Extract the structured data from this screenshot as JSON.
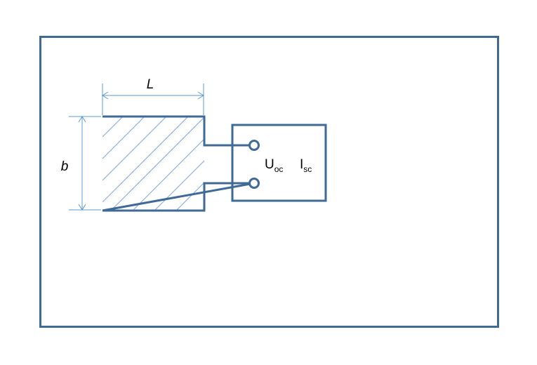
{
  "colors": {
    "frame": "#3f6a95",
    "dimension": "#5b9bd5",
    "hatch": "#8db3e2",
    "text": "#000000",
    "background": "#ffffff"
  },
  "labels": {
    "length": "L",
    "width": "b",
    "voltage_main": "U",
    "voltage_sub": "oc",
    "current_main": "I",
    "current_sub": "sc"
  }
}
